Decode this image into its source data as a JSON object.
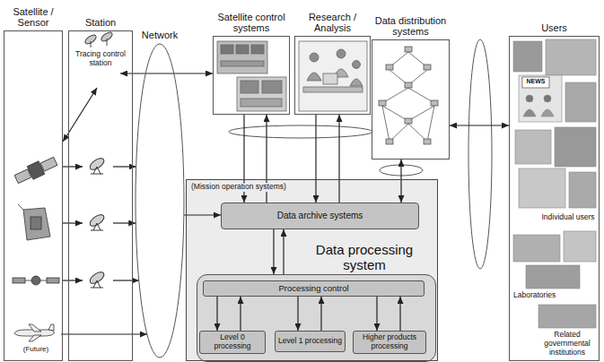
{
  "diagram": {
    "nodes": [
      {
        "text": [
          "Satellite / Sensor"
        ]
      },
      {
        "text": [
          "Station"
        ]
      },
      {
        "text": [
          "Network"
        ]
      },
      {
        "text": [
          "Satellite control systems"
        ]
      },
      {
        "text": [
          "Research / Analysis"
        ]
      },
      {
        "text": [
          "Data distribution systems"
        ]
      },
      {
        "text": [
          "Users"
        ]
      },
      {
        "text": [
          "(Mission operation systems)"
        ]
      },
      {
        "text": [
          "Data archive systems"
        ],
        "in": 7
      },
      {
        "text": [
          "Data processing system"
        ],
        "in": 7
      },
      {
        "text": [
          "Processing control"
        ],
        "in": 9
      },
      {
        "text": [
          "Level 0 processing"
        ],
        "in": 9
      },
      {
        "text": [
          "Level 1 processing"
        ],
        "in": 9
      },
      {
        "text": [
          "Higher products processing"
        ],
        "in": 9
      }
    ],
    "edges": [
      {
        "from": 0,
        "to": 1,
        "arrow": "both"
      },
      {
        "from": 0,
        "to": 1,
        "arrow": "to"
      },
      {
        "from": 0,
        "to": 1,
        "arrow": "to"
      },
      {
        "from": 0,
        "to": 1,
        "arrow": "to"
      },
      {
        "from": 1,
        "to": 2,
        "arrow": "to"
      },
      {
        "from": 1,
        "to": 2,
        "arrow": "to"
      },
      {
        "from": 1,
        "to": 2,
        "arrow": "to"
      },
      {
        "from": 0,
        "to": 2,
        "arrow": "to"
      },
      {
        "from": 1,
        "to": 3,
        "arrow": "both"
      },
      {
        "from": 2,
        "to": 8,
        "arrow": "to"
      },
      {
        "from": 3,
        "to": 8,
        "arrow": "to"
      },
      {
        "from": 8,
        "to": 3,
        "arrow": "to"
      },
      {
        "from": 4,
        "to": 8,
        "arrow": "to"
      },
      {
        "from": 8,
        "to": 4,
        "arrow": "to"
      },
      {
        "from": 5,
        "to": 8,
        "arrow": "both"
      },
      {
        "from": 5,
        "to": 6,
        "arrow": "both"
      },
      {
        "from": 8,
        "to": 9,
        "arrow": "to"
      },
      {
        "from": 9,
        "to": 8,
        "arrow": "to"
      },
      {
        "from": 10,
        "to": 11,
        "arrow": "to"
      },
      {
        "from": 11,
        "to": 10,
        "arrow": "to"
      },
      {
        "from": 10,
        "to": 12,
        "arrow": "to"
      },
      {
        "from": 12,
        "to": 10,
        "arrow": "to"
      },
      {
        "from": 10,
        "to": 13,
        "arrow": "to"
      },
      {
        "from": 13,
        "to": 10,
        "arrow": "to"
      }
    ],
    "labels": [
      "Tracing control station",
      "(Future)",
      "NEWS",
      "Individual users",
      "Laboratories",
      "Related governmental institutions"
    ]
  }
}
